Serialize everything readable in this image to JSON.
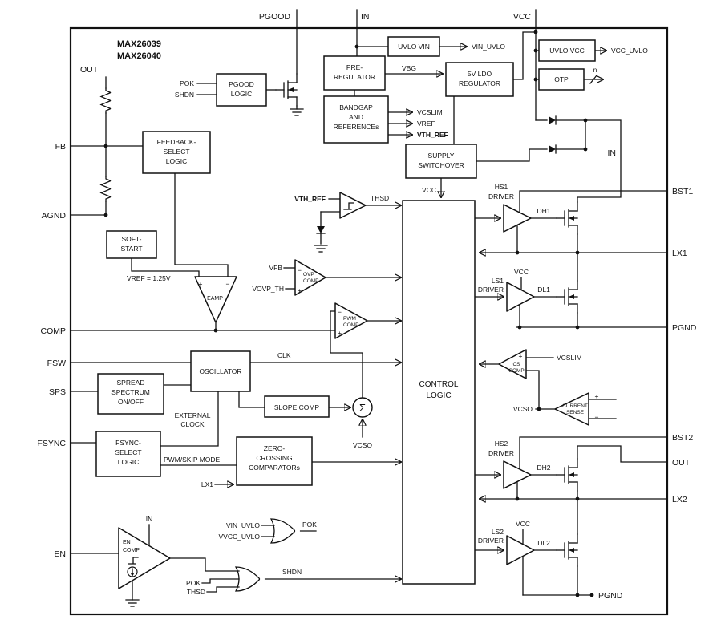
{
  "title": {
    "line1": "MAX26039",
    "line2": "MAX26040"
  },
  "pins": {
    "top": {
      "pgood": "PGOOD",
      "in": "IN",
      "vcc": "VCC"
    },
    "left": {
      "out": "OUT",
      "fb": "FB",
      "agnd": "AGND",
      "comp": "COMP",
      "fsw": "FSW",
      "sps": "SPS",
      "fsync": "FSYNC",
      "en": "EN"
    },
    "right": {
      "bst1": "BST1",
      "lx1": "LX1",
      "pgnd1": "PGND",
      "bst2": "BST2",
      "out": "OUT",
      "lx2": "LX2",
      "in": "IN",
      "pgnd2": "PGND"
    }
  },
  "blocks": {
    "pgood_logic": {
      "l1": "PGOOD",
      "l2": "LOGIC"
    },
    "feedback_select": {
      "l1": "FEEDBACK-",
      "l2": "SELECT",
      "l3": "LOGIC"
    },
    "soft_start": {
      "l1": "SOFT-",
      "l2": "START"
    },
    "uvlo_vin": {
      "l1": "UVLO VIN"
    },
    "pre_regulator": {
      "l1": "PRE-",
      "l2": "REGULATOR"
    },
    "ldo5v": {
      "l1": "5V LDO",
      "l2": "REGULATOR"
    },
    "uvlo_vcc": {
      "l1": "UVLO VCC"
    },
    "otp": {
      "l1": "OTP"
    },
    "bandgap": {
      "l1": "BANDGAP",
      "l2": "AND",
      "l3": "REFERENCEs"
    },
    "supply_switchover": {
      "l1": "SUPPLY",
      "l2": "SWITCHOVER"
    },
    "oscillator": {
      "l1": "OSCILLATOR"
    },
    "spread_spectrum": {
      "l1": "SPREAD",
      "l2": "SPECTRUM",
      "l3": "ON/OFF"
    },
    "slope_comp": {
      "l1": "SLOPE COMP"
    },
    "fsync_select": {
      "l1": "FSYNC-",
      "l2": "SELECT",
      "l3": "LOGIC"
    },
    "zero_crossing": {
      "l1": "ZERO-",
      "l2": "CROSSING",
      "l3": "COMPARATORs"
    },
    "control_logic": {
      "l1": "CONTROL",
      "l2": "LOGIC"
    }
  },
  "amps": {
    "eamp": {
      "label": "EAMP",
      "plus": "+",
      "minus": "−"
    },
    "ovp": {
      "l1": "OVP",
      "l2": "COMP",
      "plus": "+",
      "minus": "−"
    },
    "pwm": {
      "l1": "PWM",
      "l2": "COMP",
      "plus": "+",
      "minus": "−"
    },
    "cs": {
      "l1": "CS",
      "l2": "COMP",
      "plus": "+"
    },
    "current_sense": {
      "l1": "CURRENT",
      "l2": "SENSE",
      "plus": "+",
      "minus": "−"
    },
    "en": {
      "l1": "EN",
      "l2": "COMP"
    },
    "sigma": "Σ"
  },
  "signals": {
    "pok_pgood": "POK",
    "shdn_pgood": "SHDN",
    "vin_uvlo": "VIN_UVLO",
    "vcc_uvlo": "VCC_UVLO",
    "vbg": "VBG",
    "n": "n",
    "vcslim": "VCSLIM",
    "vref": "VREF",
    "vth_ref": "VTH_REF",
    "vcc_ctrl": "VCC",
    "vth_ref_in": "VTH_REF",
    "thsd": "THSD",
    "vfb": "VFB",
    "vovp_th": "VOVP_TH",
    "vref_eamp": "VREF = 1.25V",
    "clk": "CLK",
    "ext_clk1": "EXTERNAL",
    "ext_clk2": "CLOCK",
    "pwm_skip": "PWM/SKIP MODE",
    "lx1_zc": "LX1",
    "vcso_sum": "VCSO",
    "hs1": "HS1",
    "hs2": "HS2",
    "ls1": "LS1",
    "ls2": "LS2",
    "driver": "DRIVER",
    "dh1": "DH1",
    "dl1": "DL1",
    "dh2": "DH2",
    "dl2": "DL2",
    "vcc_ls1": "VCC",
    "vcc_ls2": "VCC",
    "vcslim_cs": "VCSLIM",
    "vcso_cs": "VCSO",
    "in_en": "IN",
    "vin_uvlo2": "VIN_UVLO",
    "vvcc_uvlo": "VVCC_UVLO",
    "pok_out": "POK",
    "pok_in": "POK",
    "thsd_in": "THSD",
    "shdn_out": "SHDN"
  }
}
